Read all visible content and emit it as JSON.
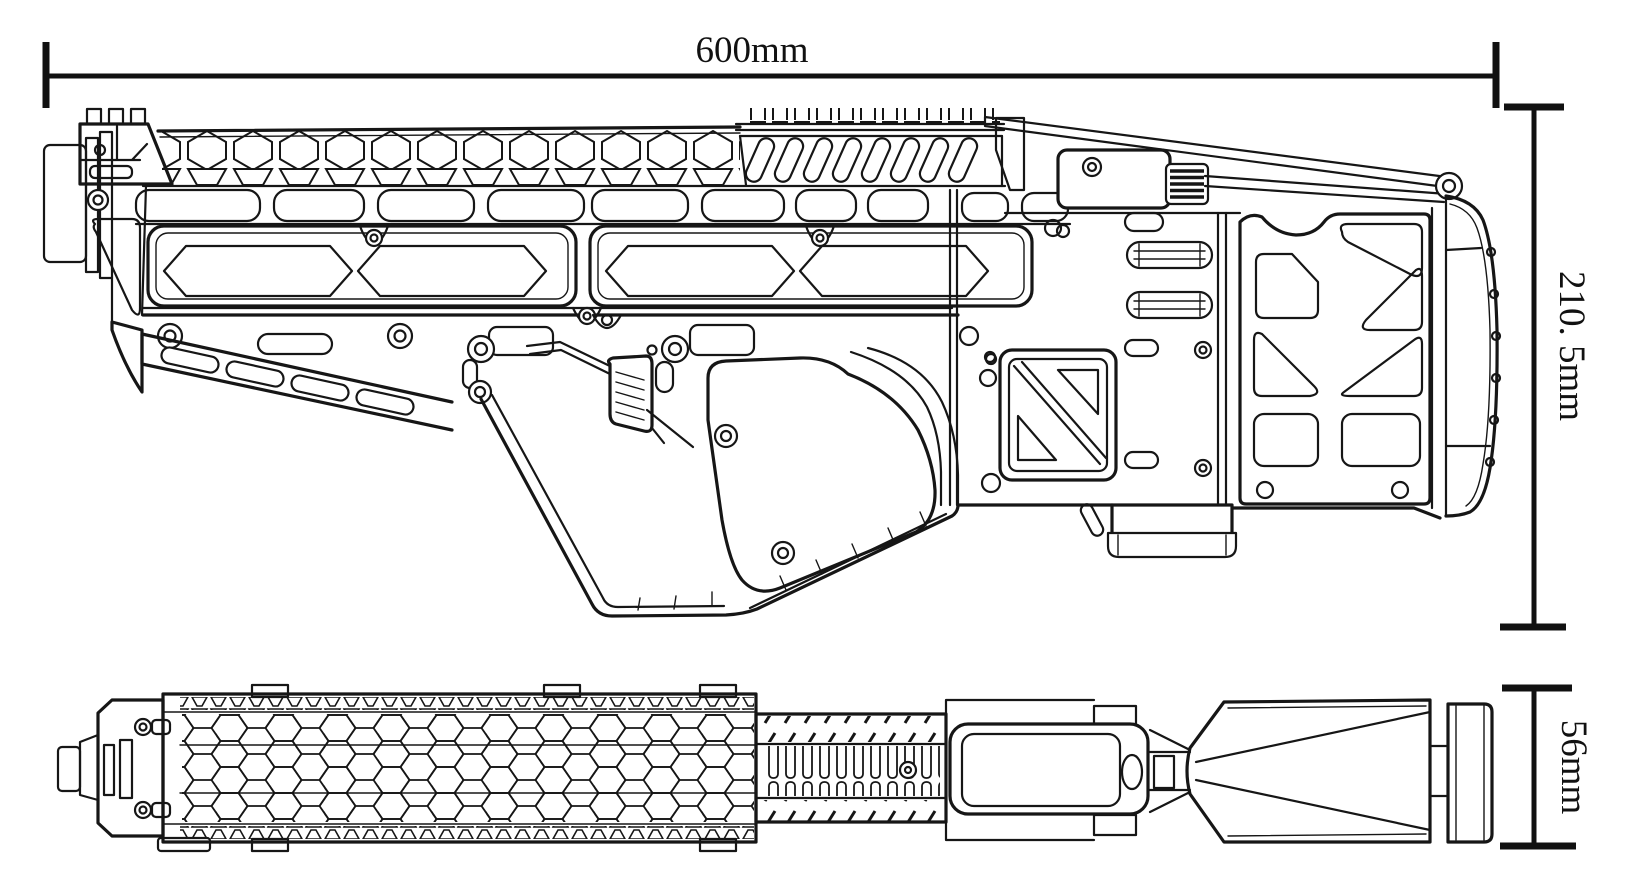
{
  "figure": {
    "kind": "technical drawing, two orthographic views (side elevation and top plan), black line art on white",
    "background_color": "#ffffff",
    "ink_color": "#161616"
  },
  "dimensions": {
    "length": {
      "label": "600mm",
      "value": 600,
      "unit": "mm"
    },
    "height": {
      "label": "210. 5mm",
      "value": 210.5,
      "unit": "mm"
    },
    "width": {
      "label": "56mm",
      "value": 56,
      "unit": "mm"
    }
  }
}
